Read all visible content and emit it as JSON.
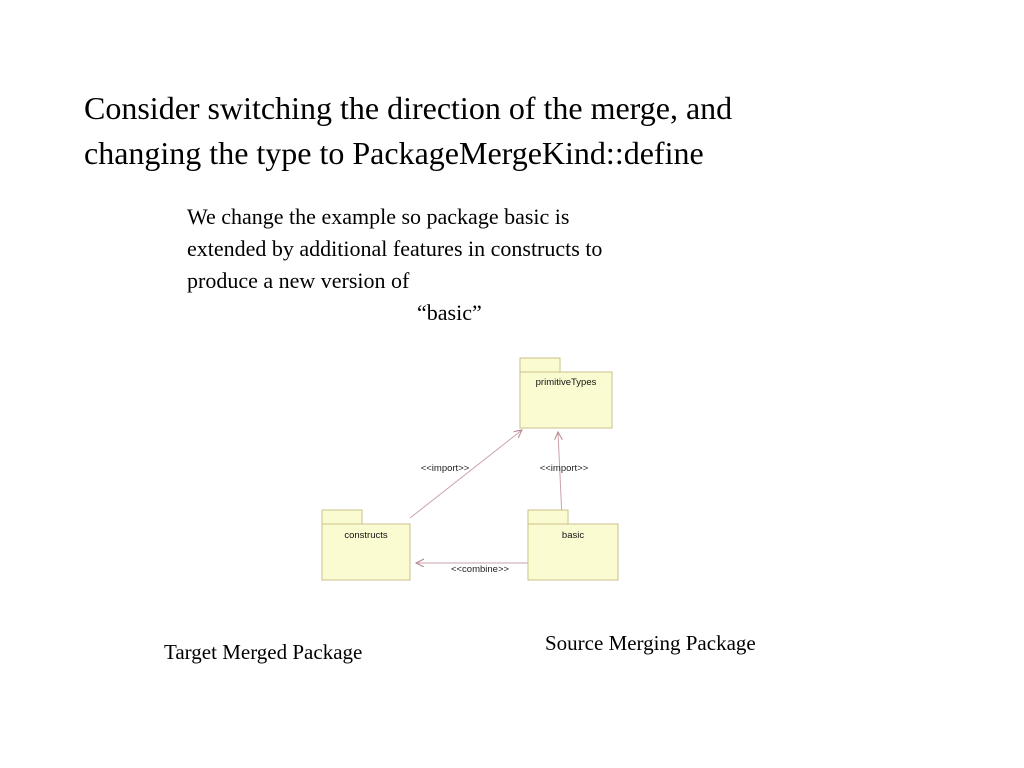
{
  "slide": {
    "title": {
      "line1": "Consider switching the direction of the merge, and",
      "line2": "changing the type to PackageMergeKind::define"
    },
    "body": {
      "line1": "We change the example so package basic is",
      "line2": "extended by additional features in constructs to",
      "line3": "produce a new version of",
      "line4": "“basic”"
    },
    "captions": {
      "target": "Target Merged Package",
      "source": "Source Merging Package"
    }
  },
  "diagram": {
    "type": "uml-package-diagram",
    "colors": {
      "package_fill": "#fbfbd2",
      "package_border": "#c9c08a",
      "connector": "#c9a3a8",
      "arrowhead": "#b5848c",
      "text": "#111111"
    },
    "packages": [
      {
        "id": "primitiveTypes",
        "label": "primitiveTypes"
      },
      {
        "id": "constructs",
        "label": "constructs"
      },
      {
        "id": "basic",
        "label": "basic"
      }
    ],
    "relationships": [
      {
        "id": "constructs-imports-primitiveTypes",
        "label": "<<import>>",
        "from": "constructs",
        "to": "primitiveTypes",
        "kind": "import"
      },
      {
        "id": "basic-imports-primitiveTypes",
        "label": "<<import>>",
        "from": "basic",
        "to": "primitiveTypes",
        "kind": "import"
      },
      {
        "id": "basic-combines-constructs",
        "label": "<<combine>>",
        "from": "basic",
        "to": "constructs",
        "kind": "combine"
      }
    ]
  }
}
